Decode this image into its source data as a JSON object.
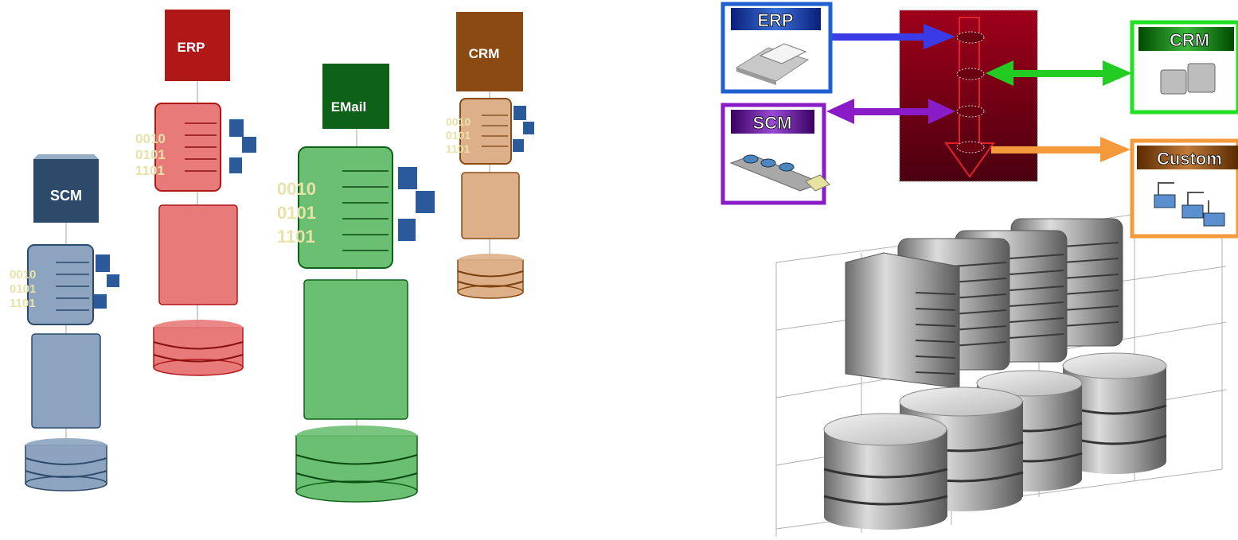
{
  "left": {
    "stacks": [
      {
        "label": "SCM",
        "color": "#2d4a6b",
        "light": "#8ca4c0"
      },
      {
        "label": "ERP",
        "color": "#b01818",
        "light": "#e87a7a"
      },
      {
        "label": "EMail",
        "color": "#0e6218",
        "light": "#6bbf72"
      },
      {
        "label": "CRM",
        "color": "#8a4a12",
        "light": "#ddb08a"
      }
    ],
    "bits_small": [
      "0010",
      "0101",
      "1101"
    ],
    "bits_large": [
      "0010",
      "0101",
      "1101"
    ]
  },
  "right": {
    "boxes": {
      "erp": {
        "label": "ERP",
        "border": "#1f5fd0"
      },
      "scm": {
        "label": "SCM",
        "border": "#8a1cc8"
      },
      "crm": {
        "label": "CRM",
        "border": "#22e022"
      },
      "custom": {
        "label": "Custom",
        "border": "#f59a3a"
      }
    },
    "arrows": {
      "erp": "#3a3ae6",
      "scm": "#8a1cc8",
      "crm": "#22cc22",
      "custom": "#f59a3a"
    },
    "hub_color": "#8b0018"
  }
}
